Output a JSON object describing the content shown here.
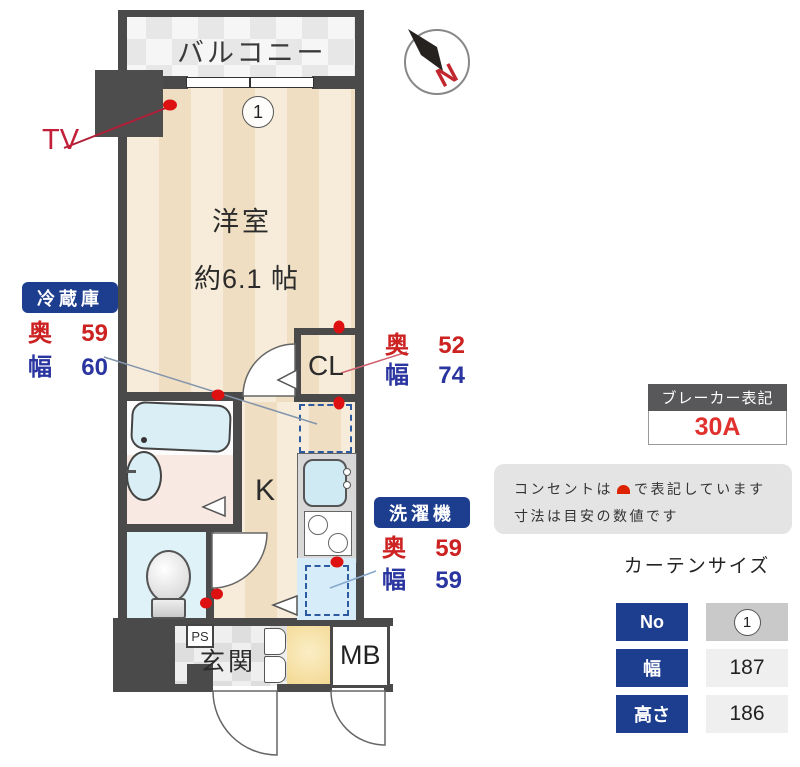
{
  "plan": {
    "balcony": "バルコニー",
    "room": "洋室",
    "room_size": "約6.1 帖",
    "marker_no": "1",
    "tv": "TV",
    "closet": "CL",
    "kitchen": "K",
    "entrance": "玄関",
    "meter_box": "MB",
    "pipe_space": "PS",
    "compass_n": "N"
  },
  "fridge": {
    "title": "冷蔵庫",
    "depth_label": "奥",
    "depth": "59",
    "width_label": "幅",
    "width": "60"
  },
  "closet_dims": {
    "depth_label": "奥",
    "depth": "52",
    "width_label": "幅",
    "width": "74"
  },
  "washer": {
    "title": "洗濯機",
    "depth_label": "奥",
    "depth": "59",
    "width_label": "幅",
    "width": "59"
  },
  "breaker": {
    "title": "ブレーカー表記",
    "value": "30A"
  },
  "notes": {
    "line1_pre": "コンセントは",
    "line1_post": "で表記しています",
    "line2": "寸法は目安の数値です"
  },
  "curtain": {
    "title": "カーテンサイズ",
    "rows": [
      {
        "label": "No",
        "value": "1"
      },
      {
        "label": "幅",
        "value": "187"
      },
      {
        "label": "高さ",
        "value": "186"
      }
    ]
  },
  "colors": {
    "accent_navy": "#1d3d8f",
    "dim_red": "#cc2222",
    "dim_blue": "#2a35a0",
    "wall": "#4a4a4a",
    "outlet_red": "#dd1111",
    "breaker_red": "#e0312e"
  }
}
